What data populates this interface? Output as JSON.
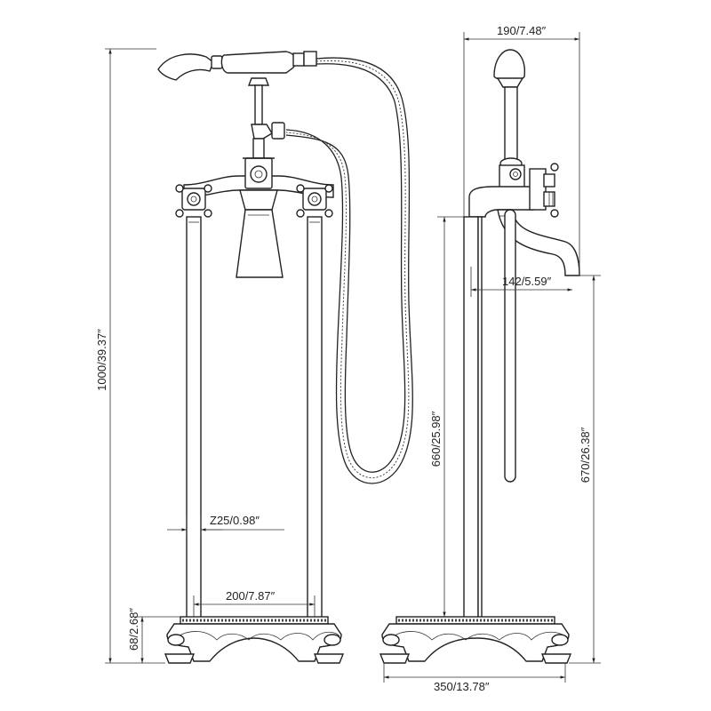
{
  "dimensions": {
    "total_height": "1000/39.37″",
    "base_height": "68/2.68″",
    "pipe_diameter": "Ζ25/0.98″",
    "pipe_spacing": "200/7.87″",
    "depth_top": "190/7.48″",
    "spout_reach": "142/5.59″",
    "left_pipe_height": "660/25.98″",
    "spout_height": "670/26.38″",
    "base_width": "350/13.78″"
  },
  "colors": {
    "line": "#222222",
    "background": "#ffffff"
  }
}
